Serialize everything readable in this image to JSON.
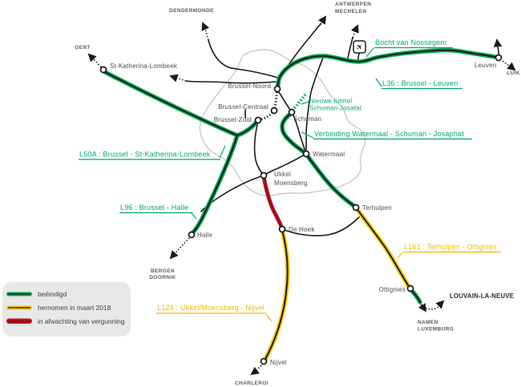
{
  "colors": {
    "green": "#00a44f",
    "green_text": "#00a76e",
    "yellow": "#f3c300",
    "yellow_text": "#efbc00",
    "red": "#bc1622",
    "rail_black": "#1a1a1a",
    "boundary_gray": "#cccccc",
    "label_gray": "#4d4d4d",
    "legend_bg": "#e8e8e8"
  },
  "legend": {
    "items": [
      {
        "label": "beëindigd",
        "color": "#00a44f"
      },
      {
        "label": "hernomen in maart 2018",
        "color": "#f3c300"
      },
      {
        "label": "in afwachting van vergunning",
        "color": "#bc1622"
      }
    ]
  },
  "stations": {
    "st_katherina_lombeek": "St-Katherina-Lombeek",
    "brussel_noord": "Brussel-Noord",
    "brussel_centraal": "Brussel-Centraal",
    "brussel_zuid": "Brussel-Zuid",
    "schuman": "Schuman",
    "watermaal": "Watermaal",
    "ukkel_line1": "Ukkel",
    "ukkel_line2": "Moensberg",
    "terhulpen": "Terhulpen",
    "de_hoek": "De Hoek",
    "halle": "Halle",
    "leuven": "Leuven",
    "ottignies": "Ottignies",
    "nijvel": "Nijvel"
  },
  "destinations": {
    "gent": "GENT",
    "dendermonde": "DENDERMONDE",
    "antwerpen": "ANTWERPEN",
    "mechelen": "MECHELEN",
    "luik": "LUIK",
    "bergen": "BERGEN",
    "doornik": "DOORNIK",
    "charleroi": "CHARLEROI",
    "namen": "NAMEN",
    "luxemburg": "LUXEMBURG",
    "louvain_la_neuve": "LOUVAIN-LA-NEUVE"
  },
  "line_labels": {
    "bocht": "Bocht van Nossegem",
    "l36": "L36 : Brussel - Leuven",
    "l50a": "L50A : Brussel - St-Katherina-Lombeek",
    "l96": "L96 : Brussel - Halle",
    "verbinding": "Verbinding Watermaal - Schuman - Josaphat",
    "tunnel_line1": "Nieuwe tunnel",
    "tunnel_line2": "Schuman-Josafat",
    "l161": "L161 : Terhulpen - Ottignies",
    "l124": "L124 : Ukkel/Moensberg - Nijvel"
  },
  "icons": {
    "airport": "✈"
  }
}
